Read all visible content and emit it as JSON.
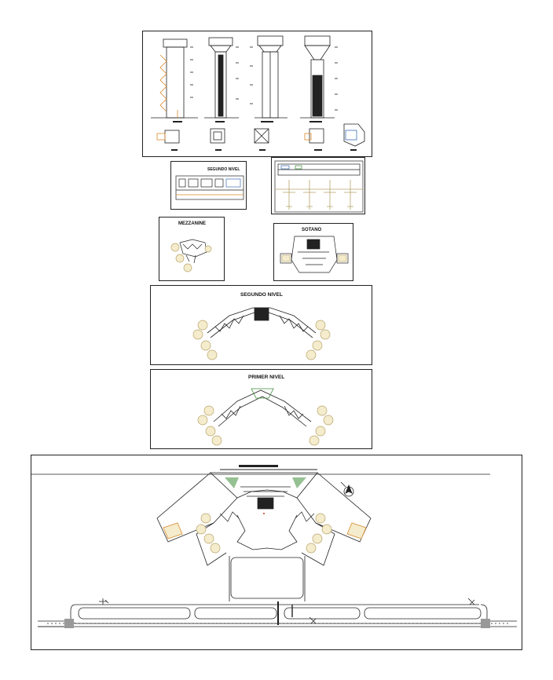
{
  "sheets": {
    "segundo_nivel_small": {
      "label": "SEGUNDO NIVEL"
    },
    "mezzanine": {
      "label": "MEZZANINE"
    },
    "sotano": {
      "label": "SOTANO"
    },
    "segundo_nivel": {
      "label": "SEGUNDO NIVEL"
    },
    "primer_nivel": {
      "label": "PRIMER NIVEL"
    }
  },
  "colors": {
    "line": "#222222",
    "stand": "#f4eccc",
    "stand_stroke": "#b8a36a",
    "accent_orange": "#d98a2b",
    "accent_green": "#3f8f3a",
    "accent_red": "#c0392b",
    "accent_blue": "#3b6fb6"
  }
}
